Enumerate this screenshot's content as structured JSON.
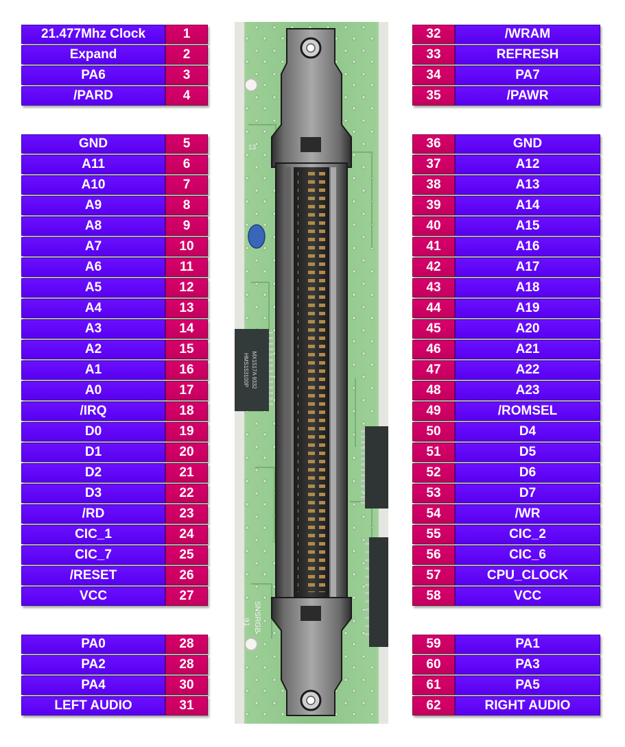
{
  "left_groups": [
    [
      {
        "pin": "1",
        "signal": "21.477Mhz Clock"
      },
      {
        "pin": "2",
        "signal": "Expand"
      },
      {
        "pin": "3",
        "signal": "PA6"
      },
      {
        "pin": "4",
        "signal": "/PARD"
      }
    ],
    [
      {
        "pin": "5",
        "signal": "GND"
      },
      {
        "pin": "6",
        "signal": "A11"
      },
      {
        "pin": "7",
        "signal": "A10"
      },
      {
        "pin": "8",
        "signal": "A9"
      },
      {
        "pin": "9",
        "signal": "A8"
      },
      {
        "pin": "10",
        "signal": "A7"
      },
      {
        "pin": "11",
        "signal": "A6"
      },
      {
        "pin": "12",
        "signal": "A5"
      },
      {
        "pin": "13",
        "signal": "A4"
      },
      {
        "pin": "14",
        "signal": "A3"
      },
      {
        "pin": "15",
        "signal": "A2"
      },
      {
        "pin": "16",
        "signal": "A1"
      },
      {
        "pin": "17",
        "signal": "A0"
      },
      {
        "pin": "18",
        "signal": "/IRQ"
      },
      {
        "pin": "19",
        "signal": "D0"
      },
      {
        "pin": "20",
        "signal": "D1"
      },
      {
        "pin": "21",
        "signal": "D2"
      },
      {
        "pin": "22",
        "signal": "D3"
      },
      {
        "pin": "23",
        "signal": "/RD"
      },
      {
        "pin": "24",
        "signal": "CIC_1"
      },
      {
        "pin": "25",
        "signal": "CIC_7"
      },
      {
        "pin": "26",
        "signal": "/RESET"
      },
      {
        "pin": "27",
        "signal": "VCC"
      }
    ],
    [
      {
        "pin": "28",
        "signal": "PA0"
      },
      {
        "pin": "28",
        "signal": "PA2"
      },
      {
        "pin": "30",
        "signal": "PA4"
      },
      {
        "pin": "31",
        "signal": "LEFT AUDIO"
      }
    ]
  ],
  "right_groups": [
    [
      {
        "pin": "32",
        "signal": "/WRAM"
      },
      {
        "pin": "33",
        "signal": "REFRESH"
      },
      {
        "pin": "34",
        "signal": "PA7"
      },
      {
        "pin": "35",
        "signal": "/PAWR"
      }
    ],
    [
      {
        "pin": "36",
        "signal": "GND"
      },
      {
        "pin": "37",
        "signal": "A12"
      },
      {
        "pin": "38",
        "signal": "A13"
      },
      {
        "pin": "39",
        "signal": "A14"
      },
      {
        "pin": "40",
        "signal": "A15"
      },
      {
        "pin": "41",
        "signal": "A16"
      },
      {
        "pin": "42",
        "signal": "A17"
      },
      {
        "pin": "43",
        "signal": "A18"
      },
      {
        "pin": "44",
        "signal": "A19"
      },
      {
        "pin": "45",
        "signal": "A20"
      },
      {
        "pin": "46",
        "signal": "A21"
      },
      {
        "pin": "47",
        "signal": "A22"
      },
      {
        "pin": "48",
        "signal": "A23"
      },
      {
        "pin": "49",
        "signal": "/ROMSEL"
      },
      {
        "pin": "50",
        "signal": "D4"
      },
      {
        "pin": "51",
        "signal": "D5"
      },
      {
        "pin": "52",
        "signal": "D6"
      },
      {
        "pin": "53",
        "signal": "D7"
      },
      {
        "pin": "54",
        "signal": "/WR"
      },
      {
        "pin": "55",
        "signal": "CIC_2"
      },
      {
        "pin": "56",
        "signal": "CIC_6"
      },
      {
        "pin": "57",
        "signal": "CPU_CLOCK"
      },
      {
        "pin": "58",
        "signal": "VCC"
      }
    ],
    [
      {
        "pin": "59",
        "signal": "PA1"
      },
      {
        "pin": "60",
        "signal": "PA3"
      },
      {
        "pin": "61",
        "signal": "PA5"
      },
      {
        "pin": "62",
        "signal": "RIGHT AUDIO"
      }
    ]
  ],
  "board_silkscreen": {
    "chip_text_1": "MX1517A 9332",
    "chip_text_2": "HMS153100P",
    "board_label": "SNSRGB",
    "board_rev": "01",
    "label_u3": "13"
  },
  "colors": {
    "signal_cell": "#5f06f6",
    "pin_cell": "#cc0064",
    "pcb_green": "#8fc98b",
    "connector_gray": "#8a8a8a"
  }
}
